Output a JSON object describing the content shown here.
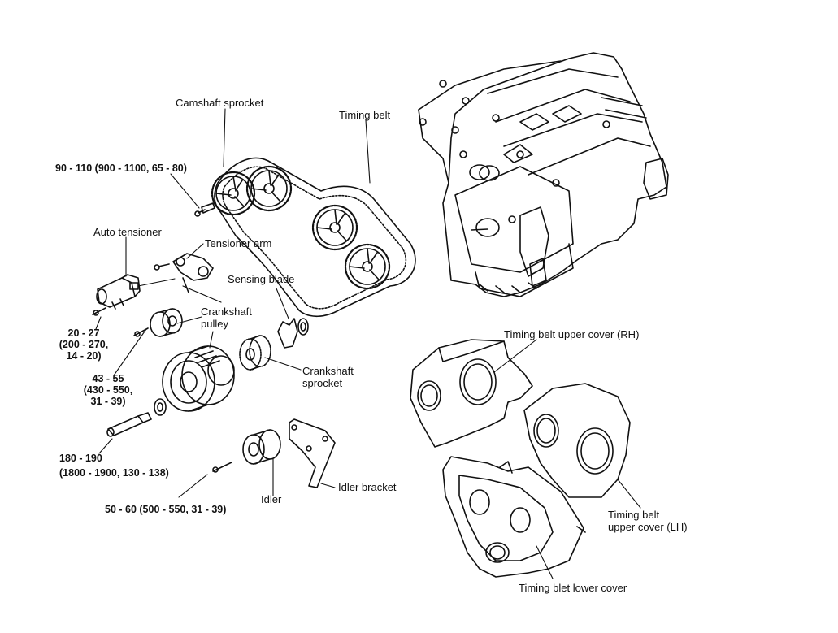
{
  "labels": {
    "camshaft_sprocket": "Camshaft sprocket",
    "timing_belt": "Timing belt",
    "auto_tensioner": "Auto tensioner",
    "tensioner_arm": "Tensioner arm",
    "sensing_blade": "Sensing blade",
    "crankshaft_pulley_1": "Crankshaft",
    "crankshaft_pulley_2": "pulley",
    "crankshaft_sprocket_1": "Crankshaft",
    "crankshaft_sprocket_2": "sprocket",
    "idler": "Idler",
    "idler_bracket": "Idler bracket",
    "upper_cover_rh": "Timing belt upper cover (RH)",
    "upper_cover_lh_1": "Timing belt",
    "upper_cover_lh_2": "upper cover (LH)",
    "lower_cover": "Timing blet lower cover"
  },
  "torques": {
    "camshaft_bolt": "90 - 110 (900 - 1100, 65 - 80)",
    "tensioner_bolt_1": "20 - 27",
    "tensioner_bolt_2": "(200 - 270,",
    "tensioner_bolt_3": "14 - 20)",
    "idler_pulley_bolt_1": "43 - 55",
    "idler_pulley_bolt_2": "(430 - 550,",
    "idler_pulley_bolt_3": "31 - 39)",
    "crank_bolt_1": "180 - 190",
    "crank_bolt_2": "(1800 - 1900, 130 - 138)",
    "idler_bolt": "50 - 60 (500 - 550, 31 - 39)"
  }
}
